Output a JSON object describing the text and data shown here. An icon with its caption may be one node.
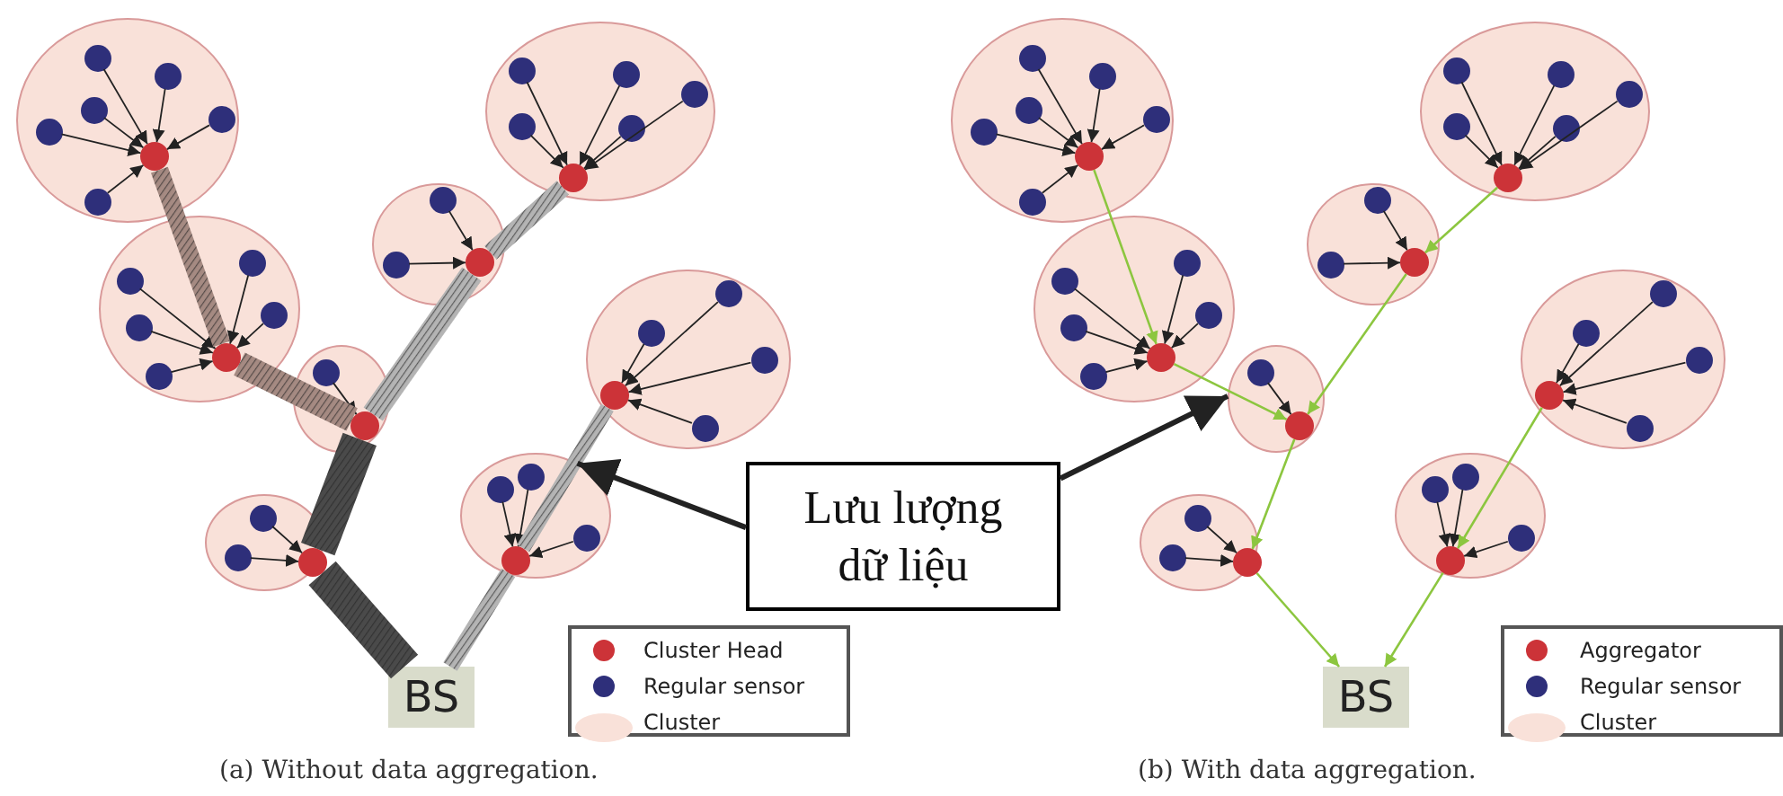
{
  "diagram": {
    "nodes": [
      {
        "text": [],
        "shape": "ellipse"
      },
      {
        "text": [],
        "shape": "circle",
        "in": 0
      },
      {
        "text": [],
        "shape": "circle",
        "in": 0
      },
      {
        "text": [],
        "shape": "circle",
        "in": 0
      },
      {
        "text": [],
        "shape": "circle",
        "in": 0
      },
      {
        "text": [],
        "shape": "circle",
        "in": 0
      },
      {
        "text": [],
        "shape": "circle",
        "in": 0
      },
      {
        "text": [],
        "shape": "circle",
        "in": 0
      },
      {
        "text": [],
        "shape": "ellipse"
      },
      {
        "text": [],
        "shape": "circle",
        "in": 8
      },
      {
        "text": [],
        "shape": "circle",
        "in": 8
      },
      {
        "text": [],
        "shape": "circle",
        "in": 8
      },
      {
        "text": [],
        "shape": "circle",
        "in": 8
      },
      {
        "text": [],
        "shape": "circle",
        "in": 8
      },
      {
        "text": [],
        "shape": "circle",
        "in": 8
      },
      {
        "text": [],
        "shape": "ellipse"
      },
      {
        "text": [],
        "shape": "circle",
        "in": 15
      },
      {
        "text": [],
        "shape": "circle",
        "in": 15
      },
      {
        "text": [],
        "shape": "ellipse"
      },
      {
        "text": [],
        "shape": "circle",
        "in": 18
      },
      {
        "text": [],
        "shape": "circle",
        "in": 18
      },
      {
        "text": [],
        "shape": "circle",
        "in": 18
      },
      {
        "text": [],
        "shape": "ellipse"
      },
      {
        "text": [],
        "shape": "circle",
        "in": 22
      },
      {
        "text": [],
        "shape": "circle",
        "in": 22
      },
      {
        "text": [],
        "shape": "circle",
        "in": 22
      },
      {
        "text": [],
        "shape": "circle",
        "in": 22
      },
      {
        "text": [],
        "shape": "circle",
        "in": 22
      },
      {
        "text": [],
        "shape": "circle",
        "in": 22
      },
      {
        "text": [],
        "shape": "ellipse"
      },
      {
        "text": [],
        "shape": "circle",
        "in": 29
      },
      {
        "text": [],
        "shape": "circle",
        "in": 29
      },
      {
        "text": [],
        "shape": "circle",
        "in": 29
      },
      {
        "text": [],
        "shape": "circle",
        "in": 29
      },
      {
        "text": [],
        "shape": "circle",
        "in": 29
      },
      {
        "text": [],
        "shape": "ellipse"
      },
      {
        "text": [],
        "shape": "circle",
        "in": 35
      },
      {
        "text": [],
        "shape": "circle",
        "in": 35
      },
      {
        "text": [],
        "shape": "circle",
        "in": 35
      },
      {
        "text": [],
        "shape": "ellipse"
      },
      {
        "text": [],
        "shape": "circle",
        "in": 39
      },
      {
        "text": [],
        "shape": "circle",
        "in": 39
      },
      {
        "text": [],
        "shape": "circle",
        "in": 39
      },
      {
        "text": [],
        "shape": "circle",
        "in": 39
      },
      {
        "text": [
          "BS"
        ]
      },
      {
        "text": [],
        "shape": "ellipse"
      },
      {
        "text": [],
        "shape": "circle",
        "in": 45
      },
      {
        "text": [],
        "shape": "circle",
        "in": 45
      },
      {
        "text": [],
        "shape": "circle",
        "in": 45
      },
      {
        "text": [],
        "shape": "circle",
        "in": 45
      },
      {
        "text": [],
        "shape": "circle",
        "in": 45
      },
      {
        "text": [],
        "shape": "circle",
        "in": 45
      },
      {
        "text": [],
        "shape": "circle",
        "in": 45
      },
      {
        "text": [],
        "shape": "ellipse"
      },
      {
        "text": [],
        "shape": "circle",
        "in": 53
      },
      {
        "text": [],
        "shape": "circle",
        "in": 53
      },
      {
        "text": [],
        "shape": "circle",
        "in": 53
      },
      {
        "text": [],
        "shape": "circle",
        "in": 53
      },
      {
        "text": [],
        "shape": "circle",
        "in": 53
      },
      {
        "text": [],
        "shape": "circle",
        "in": 53
      },
      {
        "text": [],
        "shape": "ellipse"
      },
      {
        "text": [],
        "shape": "circle",
        "in": 60
      },
      {
        "text": [],
        "shape": "circle",
        "in": 60
      },
      {
        "text": [],
        "shape": "ellipse"
      },
      {
        "text": [],
        "shape": "circle",
        "in": 63
      },
      {
        "text": [],
        "shape": "circle",
        "in": 63
      },
      {
        "text": [],
        "shape": "circle",
        "in": 63
      },
      {
        "text": [],
        "shape": "ellipse"
      },
      {
        "text": [],
        "shape": "circle",
        "in": 67
      },
      {
        "text": [],
        "shape": "circle",
        "in": 67
      },
      {
        "text": [],
        "shape": "circle",
        "in": 67
      },
      {
        "text": [],
        "shape": "circle",
        "in": 67
      },
      {
        "text": [],
        "shape": "circle",
        "in": 67
      },
      {
        "text": [],
        "shape": "circle",
        "in": 67
      },
      {
        "text": [],
        "shape": "ellipse"
      },
      {
        "text": [],
        "shape": "circle",
        "in": 74
      },
      {
        "text": [],
        "shape": "circle",
        "in": 74
      },
      {
        "text": [],
        "shape": "circle",
        "in": 74
      },
      {
        "text": [],
        "shape": "circle",
        "in": 74
      },
      {
        "text": [],
        "shape": "circle",
        "in": 74
      },
      {
        "text": [],
        "shape": "ellipse"
      },
      {
        "text": [],
        "shape": "circle",
        "in": 80
      },
      {
        "text": [],
        "shape": "circle",
        "in": 80
      },
      {
        "text": [],
        "shape": "circle",
        "in": 80
      },
      {
        "text": [],
        "shape": "ellipse"
      },
      {
        "text": [],
        "shape": "circle",
        "in": 84
      },
      {
        "text": [],
        "shape": "circle",
        "in": 84
      },
      {
        "text": [],
        "shape": "circle",
        "in": 84
      },
      {
        "text": [],
        "shape": "circle",
        "in": 84
      },
      {
        "text": [
          "BS"
        ]
      },
      {
        "text": [
          "Lưu lượng dữ liệu"
        ]
      }
    ],
    "edges": [
      {
        "from": 2,
        "to": 1,
        "arrow": "to"
      },
      {
        "from": 3,
        "to": 1,
        "arrow": "to"
      },
      {
        "from": 4,
        "to": 1,
        "arrow": "to"
      },
      {
        "from": 5,
        "to": 1,
        "arrow": "to"
      },
      {
        "from": 6,
        "to": 1,
        "arrow": "to"
      },
      {
        "from": 7,
        "to": 1,
        "arrow": "to"
      },
      {
        "from": 10,
        "to": 9,
        "arrow": "to"
      },
      {
        "from": 11,
        "to": 9,
        "arrow": "to"
      },
      {
        "from": 12,
        "to": 9,
        "arrow": "to"
      },
      {
        "from": 13,
        "to": 9,
        "arrow": "to"
      },
      {
        "from": 14,
        "to": 9,
        "arrow": "to"
      },
      {
        "from": 17,
        "to": 16,
        "arrow": "to"
      },
      {
        "from": 20,
        "to": 19,
        "arrow": "to"
      },
      {
        "from": 21,
        "to": 19,
        "arrow": "to"
      },
      {
        "from": 24,
        "to": 23,
        "arrow": "to"
      },
      {
        "from": 25,
        "to": 23,
        "arrow": "to"
      },
      {
        "from": 26,
        "to": 23,
        "arrow": "to"
      },
      {
        "from": 27,
        "to": 23,
        "arrow": "to"
      },
      {
        "from": 28,
        "to": 23,
        "arrow": "to"
      },
      {
        "from": 31,
        "to": 30,
        "arrow": "to"
      },
      {
        "from": 32,
        "to": 30,
        "arrow": "to"
      },
      {
        "from": 33,
        "to": 30,
        "arrow": "to"
      },
      {
        "from": 34,
        "to": 30,
        "arrow": "to"
      },
      {
        "from": 37,
        "to": 36,
        "arrow": "to"
      },
      {
        "from": 38,
        "to": 36,
        "arrow": "to"
      },
      {
        "from": 41,
        "to": 40,
        "arrow": "to"
      },
      {
        "from": 42,
        "to": 40,
        "arrow": "to"
      },
      {
        "from": 43,
        "to": 40,
        "arrow": "to"
      },
      {
        "from": 1,
        "to": 9,
        "arrow": "none",
        "style": "thick",
        "color": "#a58a82"
      },
      {
        "from": 9,
        "to": 16,
        "arrow": "none",
        "style": "thick",
        "color": "#a58a82"
      },
      {
        "from": 23,
        "to": 19,
        "arrow": "none",
        "style": "thick",
        "color": "#b4b4b4"
      },
      {
        "from": 19,
        "to": 16,
        "arrow": "none",
        "style": "thick",
        "color": "#b4b4b4"
      },
      {
        "from": 16,
        "to": 36,
        "arrow": "none",
        "style": "thick",
        "color": "#4a4a4a"
      },
      {
        "from": 36,
        "to": 44,
        "arrow": "none",
        "style": "thick",
        "color": "#4a4a4a"
      },
      {
        "from": 30,
        "to": 40,
        "arrow": "none",
        "style": "thick",
        "color": "#b4b4b4"
      },
      {
        "from": 40,
        "to": 44,
        "arrow": "none",
        "style": "thick",
        "color": "#b4b4b4"
      },
      {
        "from": 47,
        "to": 46,
        "arrow": "to"
      },
      {
        "from": 48,
        "to": 46,
        "arrow": "to"
      },
      {
        "from": 49,
        "to": 46,
        "arrow": "to"
      },
      {
        "from": 50,
        "to": 46,
        "arrow": "to"
      },
      {
        "from": 51,
        "to": 46,
        "arrow": "to"
      },
      {
        "from": 52,
        "to": 46,
        "arrow": "to"
      },
      {
        "from": 55,
        "to": 54,
        "arrow": "to"
      },
      {
        "from": 56,
        "to": 54,
        "arrow": "to"
      },
      {
        "from": 57,
        "to": 54,
        "arrow": "to"
      },
      {
        "from": 58,
        "to": 54,
        "arrow": "to"
      },
      {
        "from": 59,
        "to": 54,
        "arrow": "to"
      },
      {
        "from": 62,
        "to": 61,
        "arrow": "to"
      },
      {
        "from": 65,
        "to": 64,
        "arrow": "to"
      },
      {
        "from": 66,
        "to": 64,
        "arrow": "to"
      },
      {
        "from": 69,
        "to": 68,
        "arrow": "to"
      },
      {
        "from": 70,
        "to": 68,
        "arrow": "to"
      },
      {
        "from": 71,
        "to": 68,
        "arrow": "to"
      },
      {
        "from": 72,
        "to": 68,
        "arrow": "to"
      },
      {
        "from": 73,
        "to": 68,
        "arrow": "to"
      },
      {
        "from": 76,
        "to": 75,
        "arrow": "to"
      },
      {
        "from": 77,
        "to": 75,
        "arrow": "to"
      },
      {
        "from": 78,
        "to": 75,
        "arrow": "to"
      },
      {
        "from": 79,
        "to": 75,
        "arrow": "to"
      },
      {
        "from": 82,
        "to": 81,
        "arrow": "to"
      },
      {
        "from": 83,
        "to": 81,
        "arrow": "to"
      },
      {
        "from": 86,
        "to": 85,
        "arrow": "to"
      },
      {
        "from": 87,
        "to": 85,
        "arrow": "to"
      },
      {
        "from": 88,
        "to": 85,
        "arrow": "to"
      },
      {
        "from": 46,
        "to": 54,
        "arrow": "to",
        "color": "#8cc63f"
      },
      {
        "from": 54,
        "to": 61,
        "arrow": "to",
        "color": "#8cc63f"
      },
      {
        "from": 68,
        "to": 64,
        "arrow": "to",
        "color": "#8cc63f"
      },
      {
        "from": 64,
        "to": 61,
        "arrow": "to",
        "color": "#8cc63f"
      },
      {
        "from": 61,
        "to": 81,
        "arrow": "to",
        "color": "#8cc63f"
      },
      {
        "from": 81,
        "to": 89,
        "arrow": "to",
        "color": "#8cc63f"
      },
      {
        "from": 75,
        "to": 85,
        "arrow": "to",
        "color": "#8cc63f"
      },
      {
        "from": 85,
        "to": 89,
        "arrow": "to",
        "color": "#8cc63f"
      },
      {
        "from": 90,
        "to": 39,
        "arrow": "to",
        "style": "thick"
      },
      {
        "from": 90,
        "to": 60,
        "arrow": "to",
        "style": "thick"
      }
    ],
    "labels": [
      "(a) Without data aggregation.",
      "(b) With data aggregation."
    ],
    "legend": [
      {
        "text": "Cluster Head",
        "color": "#cc3338"
      },
      {
        "text": "Regular sensor",
        "color": "#2e2f7a"
      },
      {
        "text": "Cluster",
        "color": "#f9e1d9"
      },
      {
        "text": "Aggregator",
        "color": "#cc3338"
      },
      {
        "text": "Regular sensor",
        "color": "#2e2f7a"
      },
      {
        "text": "Cluster",
        "color": "#f9e1d9"
      }
    ]
  }
}
